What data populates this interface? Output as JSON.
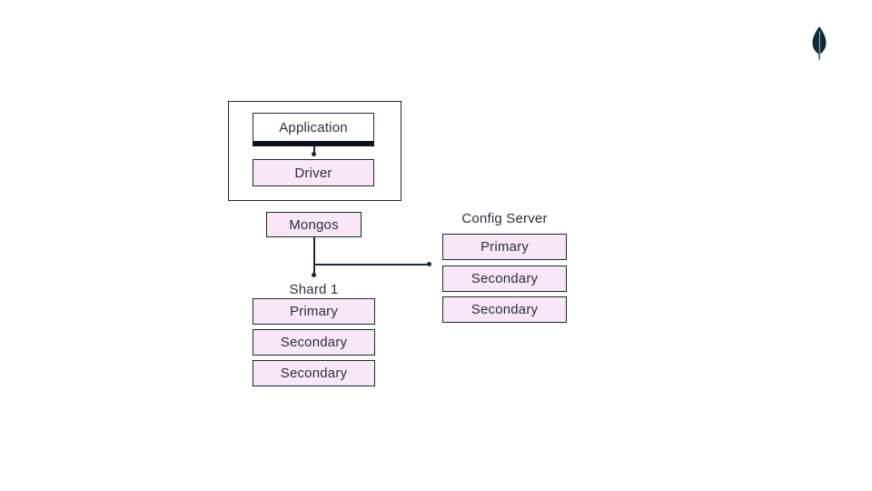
{
  "page": {
    "background": "#ffffff"
  },
  "logo": {
    "icon": "mongodb-leaf-icon",
    "leaf_color": "#0d2b36",
    "inner_stem_color": "#c8ced3"
  },
  "colors": {
    "node_fill_pink": "#f9e7f8",
    "node_fill_white": "#ffffff",
    "node_border": "#1d2836",
    "text": "#2b2f3a",
    "application_underbar": "#0d1420",
    "connector": "#1d2836"
  },
  "nodes": {
    "application": "Application",
    "driver": "Driver",
    "mongos": "Mongos"
  },
  "clusters": {
    "shard": {
      "label": "Shard 1",
      "members": [
        "Primary",
        "Secondary",
        "Secondary"
      ]
    },
    "config": {
      "label": "Config Server",
      "members": [
        "Primary",
        "Secondary",
        "Secondary"
      ]
    }
  }
}
